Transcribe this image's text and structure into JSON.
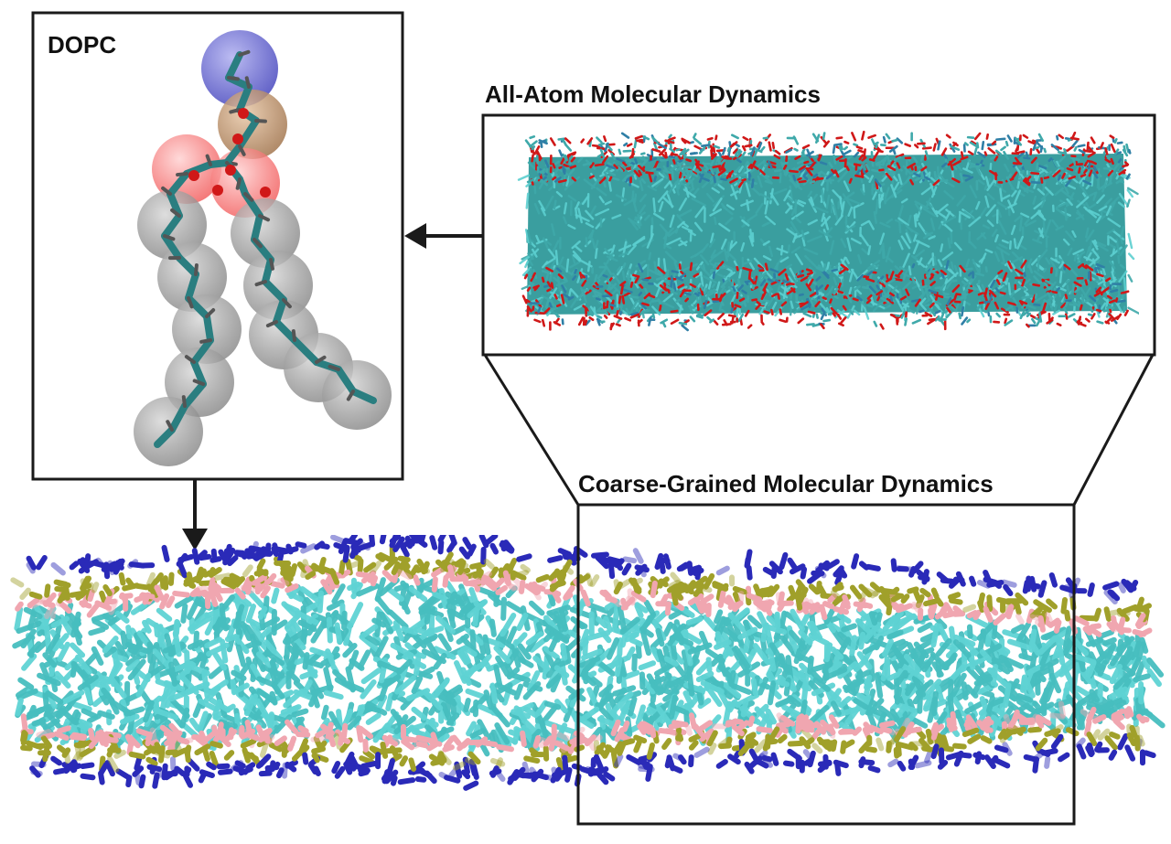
{
  "figure": {
    "dopc_label": "DOPC",
    "all_atom_label": "All-Atom Molecular Dynamics",
    "coarse_grained_label": "Coarse-Grained Molecular Dynamics"
  },
  "colors": {
    "frame": "#1a1a1a",
    "tail_cyan": "#3fa9aa",
    "tail_cyan_light": "#5ccfd0",
    "oxygen_red": "#d01818",
    "cg_pink": "#f0a6b0",
    "cg_olive": "#a0a02a",
    "cg_blue": "#2a2ab8",
    "bead_gray": "#8a8a8a",
    "bead_red": "#f06060",
    "bead_tan": "#b07a50",
    "bead_blue": "#4848c8"
  }
}
